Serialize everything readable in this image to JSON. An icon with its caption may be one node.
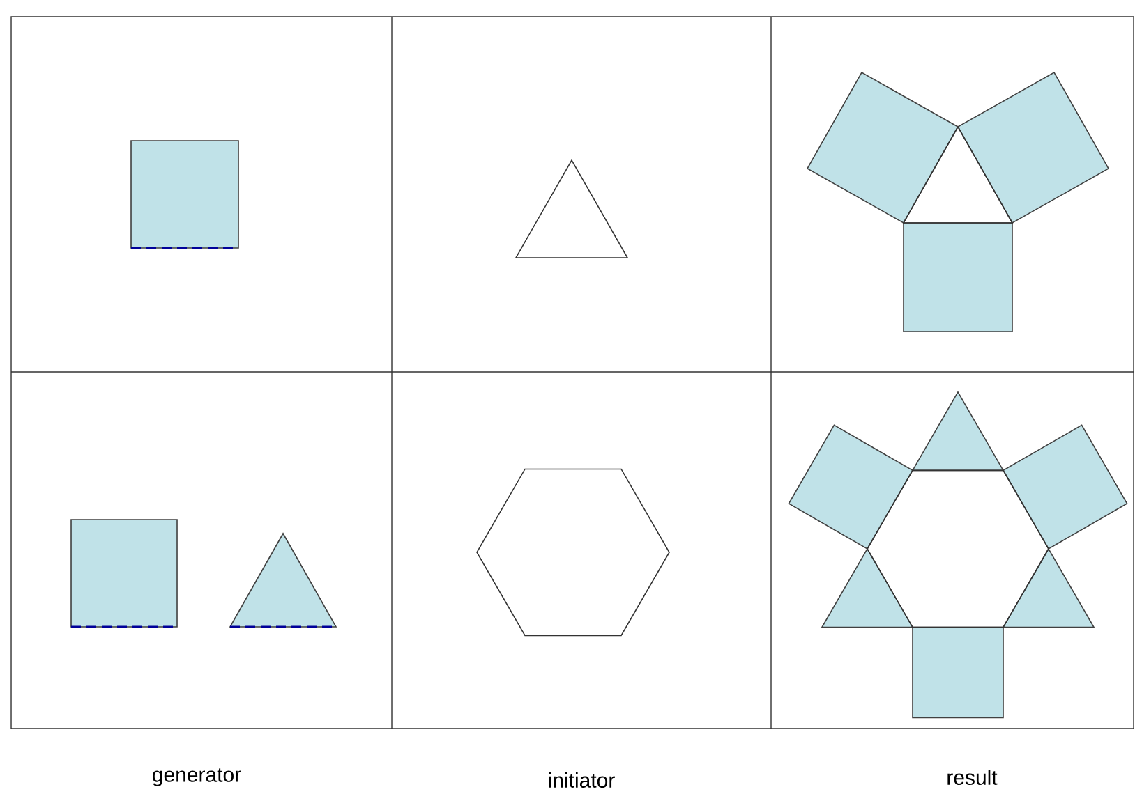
{
  "diagram": {
    "labels": [
      "generator",
      "initiator",
      "result"
    ]
  }
}
